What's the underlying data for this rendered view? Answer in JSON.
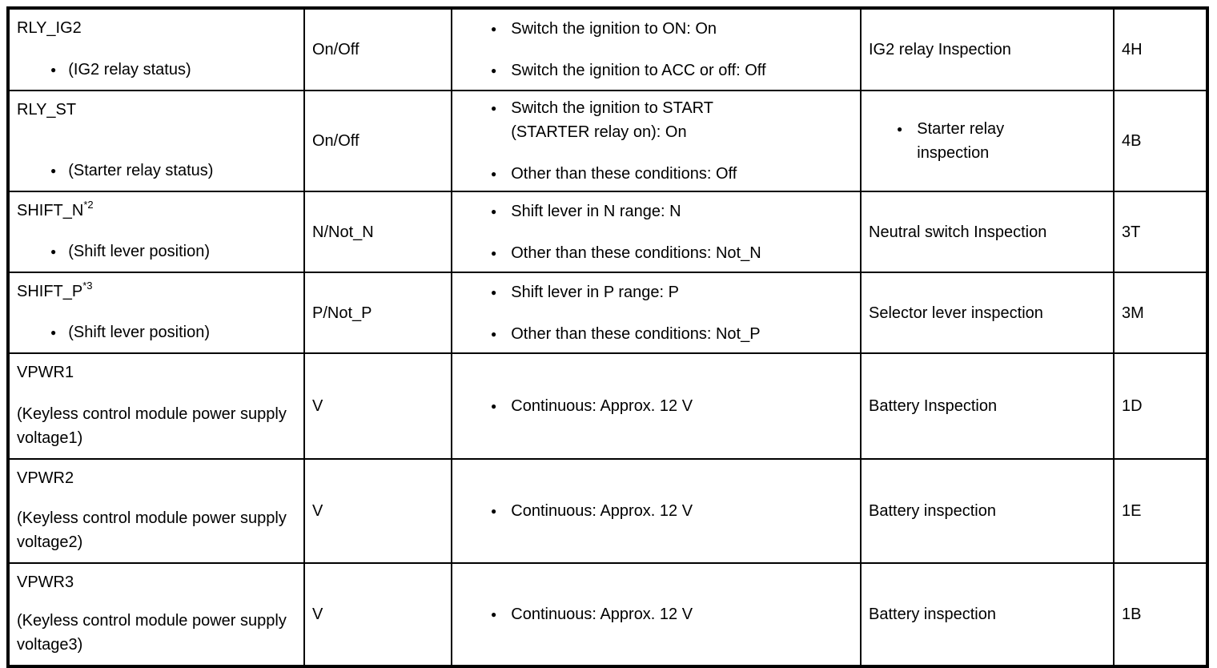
{
  "page": {
    "background": "#ffffff",
    "border_color": "#000000",
    "text_color": "#000000",
    "bullet_icon": "●"
  },
  "rows": [
    {
      "name": "RLY_IG2",
      "desc": "(IG2 relay status)",
      "desc_bulleted": true,
      "unit": "On/Off",
      "cond": [
        [
          "Switch the ignition to ON: On"
        ],
        [
          "Switch the ignition to ACC or off: Off"
        ]
      ],
      "action": "IG2 relay Inspection",
      "pin": "4H"
    },
    {
      "name": "RLY_ST",
      "desc": "(Starter relay status)",
      "desc_bulleted": true,
      "unit": "On/Off",
      "cond": [
        [
          "Switch the ignition to START",
          "(STARTER relay on): On"
        ],
        [
          "Other than these conditions: Off"
        ]
      ],
      "action_bulleted": true,
      "action_lines": [
        "Starter relay",
        "inspection"
      ],
      "pin": "4B"
    },
    {
      "name": "SHIFT_N",
      "sup": "*2",
      "desc": "(Shift lever position)",
      "desc_bulleted": true,
      "unit": "N/Not_N",
      "cond": [
        [
          "Shift lever in N range: N"
        ],
        [
          "Other than these conditions: Not_N"
        ]
      ],
      "action": "Neutral switch Inspection",
      "pin": "3T"
    },
    {
      "name": "SHIFT_P",
      "sup": "*3",
      "desc": "(Shift lever position)",
      "desc_bulleted": true,
      "unit": "P/Not_P",
      "cond": [
        [
          "Shift lever in P range: P"
        ],
        [
          "Other than these conditions: Not_P"
        ]
      ],
      "action": "Selector lever inspection",
      "pin": "3M"
    },
    {
      "name": "VPWR1",
      "desc": "(Keyless control module power supply voltage1)",
      "desc_bulleted": false,
      "unit": "V",
      "cond": [
        [
          "Continuous: Approx. 12 V"
        ]
      ],
      "action": "Battery Inspection",
      "pin": "1D"
    },
    {
      "name": "VPWR2",
      "desc": "(Keyless control module power supply voltage2)",
      "desc_bulleted": false,
      "unit": "V",
      "cond": [
        [
          "Continuous: Approx. 12 V"
        ]
      ],
      "action": "Battery inspection",
      "pin": "1E"
    },
    {
      "name": "VPWR3",
      "desc": "(Keyless control module power supply voltage3)",
      "desc_bulleted": false,
      "unit": "V",
      "cond": [
        [
          "Continuous: Approx. 12 V"
        ]
      ],
      "action": "Battery inspection",
      "pin": "1B"
    }
  ]
}
